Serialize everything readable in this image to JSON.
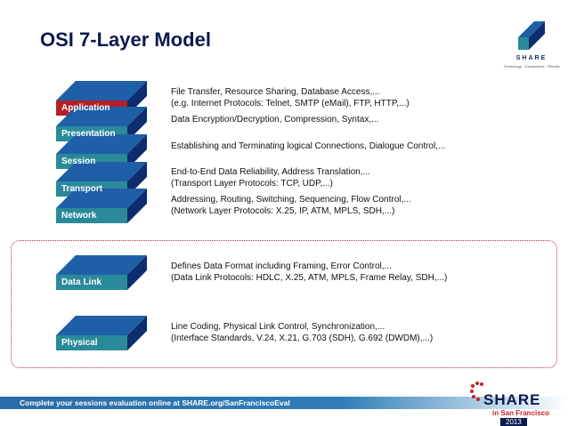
{
  "title": "OSI 7-Layer Model",
  "logo_top": {
    "word": "SHARE",
    "tagline": "Technology · Connections · Results"
  },
  "layers": [
    {
      "name": "Application",
      "color": "#b2202a",
      "desc": [
        "File Transfer, Resource Sharing, Database Access,...",
        "(e.g. Internet Protocols: Telnet, SMTP (eMail), FTP, HTTP,...)"
      ]
    },
    {
      "name": "Presentation",
      "color": "#2a8a9a",
      "desc": [
        "Data Encryption/Decryption, Compression, Syntax,..."
      ]
    },
    {
      "name": "Session",
      "color": "#2a8a9a",
      "desc": [
        "Establishing and Terminating logical Connections, Dialogue Control,..."
      ]
    },
    {
      "name": "Transport",
      "color": "#2a8a9a",
      "desc": [
        "End-to-End Data Reliability, Address Translation,...",
        "(Transport Layer Protocols: TCP, UDP,...)"
      ]
    },
    {
      "name": "Network",
      "color": "#2a8a9a",
      "desc": [
        "Addressing, Routing, Switching, Sequencing, Flow Control,...",
        "(Network Layer Protocols: X.25, IP, ATM, MPLS, SDH,...)"
      ]
    },
    {
      "name": "Data Link",
      "color": "#2a8a9a",
      "desc": [
        "Defines Data Format including Framing, Error Control,...",
        "(Data Link Protocols: HDLC, X.25, ATM, MPLS, Frame Relay, SDH,...)"
      ]
    },
    {
      "name": "Physical",
      "color": "#2a8a9a",
      "desc": [
        "Line Coding, Physical Link Control, Synchronization,...",
        "(Interface Standards, V.24, X.21, G.703 (SDH), G.692 (DWDM),...)"
      ]
    }
  ],
  "colors": {
    "top_face": "#1f5fa8",
    "side_face": "#0e2d6e",
    "front_default": "#2a8a9a",
    "front_app": "#b2202a"
  },
  "footer": {
    "text": "Complete your sessions evaluation online at SHARE.org/SanFranciscoEval"
  },
  "logo_bottom": {
    "word": "SHARE",
    "sub": "in San Francisco",
    "year": "2013"
  }
}
